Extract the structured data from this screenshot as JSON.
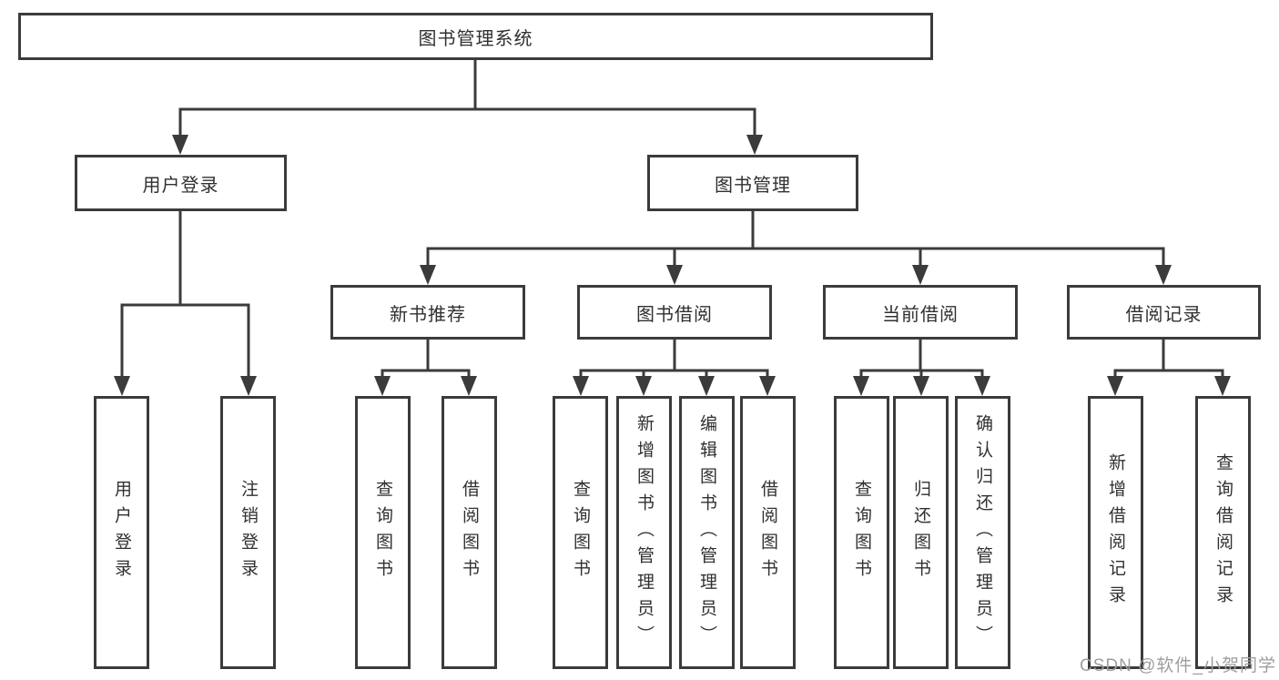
{
  "colors": {
    "line": "#3b3b3b",
    "text": "#303030",
    "box-bg": "#ffffff",
    "watermark": "#9e9e9e",
    "background": "#ffffff"
  },
  "watermark": {
    "text": "CSDN @软件_小贺同学"
  },
  "tree": {
    "label": "图书管理系统",
    "children": [
      {
        "label": "用户登录",
        "children": [
          {
            "label": "用户登录"
          },
          {
            "label": "注销登录"
          }
        ]
      },
      {
        "label": "图书管理",
        "children": [
          {
            "label": "新书推荐",
            "children": [
              {
                "label": "查询图书"
              },
              {
                "label": "借阅图书"
              }
            ]
          },
          {
            "label": "图书借阅",
            "children": [
              {
                "label": "查询图书"
              },
              {
                "label": "新增图书（管理员）"
              },
              {
                "label": "编辑图书（管理员）"
              },
              {
                "label": "借阅图书"
              }
            ]
          },
          {
            "label": "当前借阅",
            "children": [
              {
                "label": "查询图书"
              },
              {
                "label": "归还图书"
              },
              {
                "label": "确认归还（管理员）"
              }
            ]
          },
          {
            "label": "借阅记录",
            "children": [
              {
                "label": "新增借阅记录"
              },
              {
                "label": "查询借阅记录"
              }
            ]
          }
        ]
      }
    ]
  }
}
